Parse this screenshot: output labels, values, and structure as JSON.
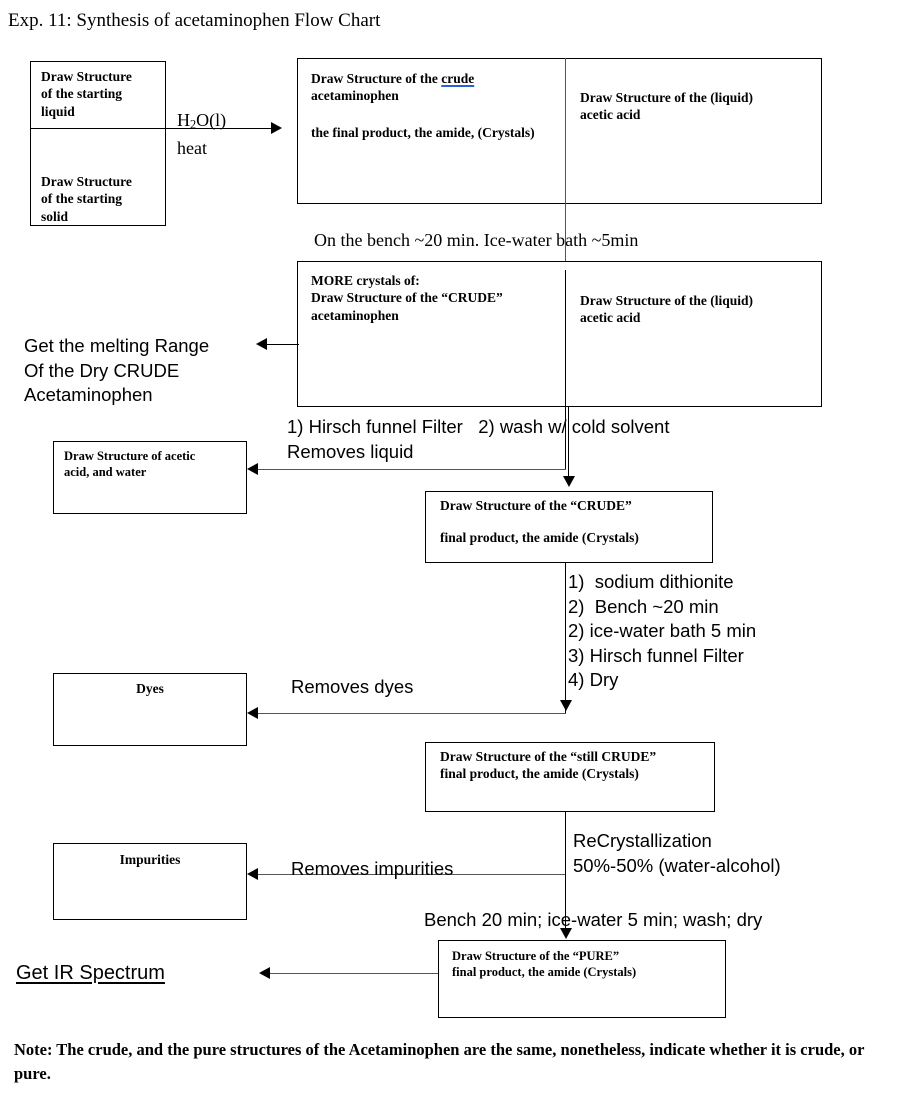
{
  "title": "Exp. 11: Synthesis of acetaminophen Flow Chart",
  "boxes": {
    "starting_liquid": "Draw Structure\nof the starting\nliquid",
    "starting_solid": "Draw Structure\nof the starting\nsolid",
    "crude_line1_prefix": "Draw Structure of the ",
    "crude_link_word": "crude",
    "crude_line2": "acetaminophen",
    "crude_line3": "the final product, the amide, (Crystals)",
    "acetic_acid_liquid": "Draw Structure of the (liquid)\nacetic acid",
    "more_crystals": "MORE crystals of:\nDraw Structure of the “CRUDE”\nacetaminophen",
    "acetic_acid_liquid_2": "Draw Structure of the (liquid)\nacetic acid",
    "acetic_acid_water": "Draw Structure of acetic\nacid, and water",
    "crude_product_line1": "Draw Structure of the “CRUDE”",
    "crude_product_line2": "final product, the amide (Crystals)",
    "dyes": "Dyes",
    "still_crude": "Draw Structure of the “still CRUDE”\nfinal product, the amide (Crystals)",
    "impurities": "Impurities",
    "pure_product": "Draw Structure of the “PURE”\nfinal product, the amide (Crystals)"
  },
  "labels": {
    "h2o_heat_line1_a": "H",
    "h2o_heat_line1_b": "2",
    "h2o_heat_line1_c": "O(l)",
    "h2o_heat_line2": "heat",
    "bench_ice": "On the bench ~20 min. Ice-water bath ~5min",
    "melting_range": "Get the melting Range\nOf the Dry CRUDE\nAcetaminophen",
    "hirsch_wash": "1) Hirsch funnel Filter   2) wash w/ cold solvent",
    "removes_liquid": "Removes liquid",
    "dithionite_steps": "1)  sodium dithionite\n2)  Bench ~20 min\n2) ice-water bath 5 min\n3) Hirsch funnel Filter\n4) Dry",
    "removes_dyes": "Removes dyes",
    "recrystallization": "ReCrystallization\n50%-50% (water-alcohol)",
    "removes_impurities": "Removes impurities",
    "bench_wash_dry": "Bench 20 min; ice-water 5 min; wash; dry",
    "get_ir_spectrum": "Get IR Spectrum"
  },
  "footer": {
    "note": "Note: The crude, and the pure structures of the Acetaminophen are the same, nonetheless, indicate whether it is crude, or pure."
  },
  "colors": {
    "ink": "#000000",
    "spellcheck_underline": "#2b5fd9",
    "connector_gray": "#555555",
    "background": "#ffffff"
  }
}
